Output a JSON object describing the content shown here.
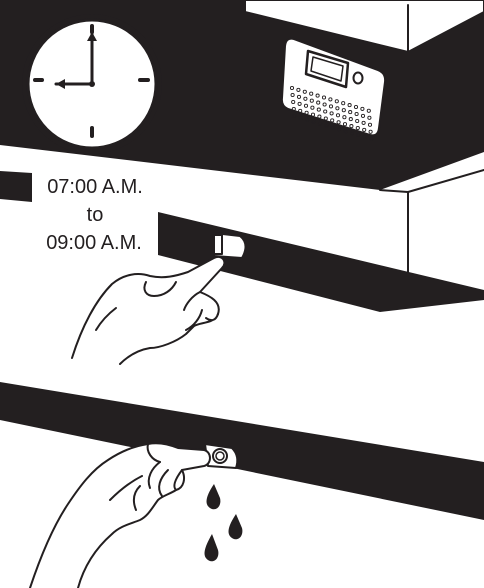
{
  "schedule": {
    "start": "07:00 A.M.",
    "separator": "to",
    "end": "09:00 A.M."
  },
  "clock": {
    "hours": 9,
    "minutes": 0
  },
  "colors": {
    "ink": "#231f20",
    "paper": "#ffffff"
  },
  "icons": [
    "clock-icon",
    "display-panel-icon",
    "pointing-hand-icon",
    "grabbing-hand-icon",
    "water-drop-icon"
  ]
}
